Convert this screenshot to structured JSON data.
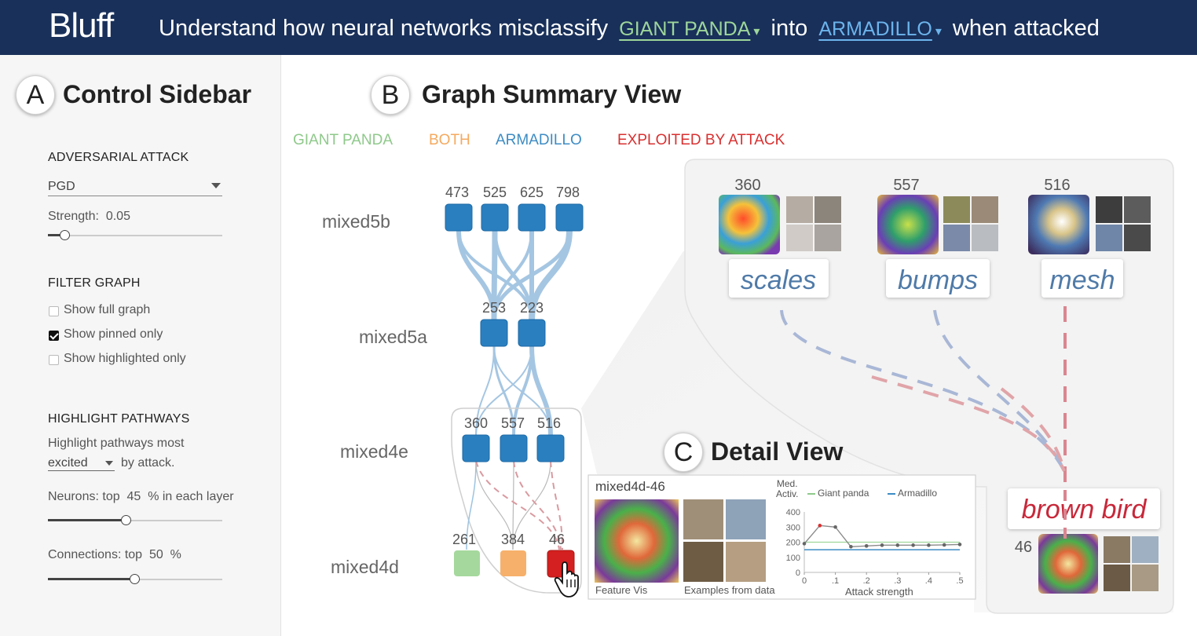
{
  "header": {
    "logo": "Bluff",
    "prefix": "Understand how neural networks misclassify",
    "source_class": "GIANT PANDA",
    "connector": "into",
    "target_class": "ARMADILLO",
    "suffix": "when attacked"
  },
  "sidebar": {
    "badge": "A",
    "title": "Control Sidebar",
    "attack_heading": "ADVERSARIAL ATTACK",
    "attack_value": "PGD",
    "strength_label": "Strength:",
    "strength_value": "0.05",
    "strength_level": 0.1,
    "filter_heading": "FILTER GRAPH",
    "filter_options": [
      {
        "label": "Show full graph",
        "checked": false
      },
      {
        "label": "Show pinned only",
        "checked": true
      },
      {
        "label": "Show highlighted only",
        "checked": false
      }
    ],
    "highlight_heading": "HIGHLIGHT PATHWAYS",
    "highlight_text": "Highlight pathways most",
    "highlight_select": "excited",
    "highlight_suffix": "by attack.",
    "neurons_label": "Neurons: top",
    "neurons_value": "45",
    "neurons_suffix": "% in each layer",
    "neurons_level": 0.45,
    "connections_label": "Connections: top",
    "connections_value": "50",
    "connections_suffix": "%",
    "connections_level": 0.5
  },
  "graph": {
    "badge": "B",
    "title": "Graph Summary View",
    "legend": {
      "panda": "GIANT PANDA",
      "both": "BOTH",
      "armadillo": "ARMADILLO",
      "exploited": "EXPLOITED BY ATTACK"
    },
    "layers": [
      "mixed5b",
      "mixed5a",
      "mixed4e",
      "mixed4d"
    ],
    "nodes": {
      "mixed5b": [
        "473",
        "525",
        "625",
        "798"
      ],
      "mixed5a": [
        "253",
        "223"
      ],
      "mixed4e": [
        "360",
        "557",
        "516"
      ],
      "mixed4d": [
        "261",
        "384",
        "46"
      ]
    }
  },
  "features": {
    "items": [
      {
        "id": "360",
        "label": "scales"
      },
      {
        "id": "557",
        "label": "bumps"
      },
      {
        "id": "516",
        "label": "mesh"
      }
    ],
    "target": {
      "id": "46",
      "label": "brown bird"
    }
  },
  "detail": {
    "badge": "C",
    "title": "Detail View",
    "neuron": "mixed4d-46",
    "feature_vis_label": "Feature Vis",
    "examples_label": "Examples from data",
    "chart_ylabel_line1": "Med.",
    "chart_ylabel_line2": "Activ.",
    "legend_panda": "Giant panda",
    "legend_armadillo": "Armadillo",
    "chart_xlabel": "Attack strength"
  },
  "colors": {
    "header_bg": "#19305a",
    "panda": "#8fc98b",
    "both": "#f5a95e",
    "armadillo": "#3d8cc4",
    "exploited": "#d93030"
  },
  "chart_data": {
    "type": "line",
    "title": "",
    "xlabel": "Attack strength",
    "ylabel": "Med. Activ.",
    "x": [
      0,
      0.05,
      0.1,
      0.15,
      0.2,
      0.25,
      0.3,
      0.35,
      0.4,
      0.45,
      0.5
    ],
    "x_ticks": [
      "0",
      ".1",
      ".2",
      ".3",
      ".4",
      ".5"
    ],
    "y_ticks": [
      0,
      100,
      200,
      300,
      400
    ],
    "ylim": [
      0,
      400
    ],
    "xlim": [
      0,
      0.5
    ],
    "series": [
      {
        "name": "Giant panda",
        "values": [
          200,
          200,
          200,
          200,
          200,
          200,
          200,
          200,
          200,
          200,
          200
        ]
      },
      {
        "name": "Armadillo",
        "values": [
          150,
          150,
          150,
          150,
          150,
          150,
          150,
          150,
          150,
          150,
          150
        ]
      },
      {
        "name": "",
        "values": [
          190,
          310,
          300,
          170,
          175,
          180,
          180,
          180,
          180,
          182,
          185
        ]
      }
    ]
  }
}
